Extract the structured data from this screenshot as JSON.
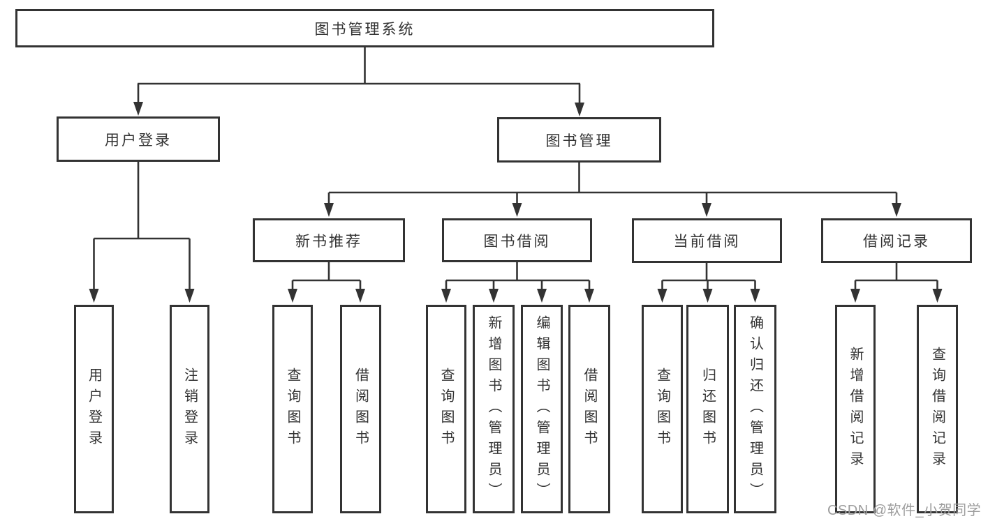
{
  "tree": {
    "root": "图书管理系统",
    "branches": [
      {
        "label": "用户登录",
        "children": [
          "用户登录",
          "注销登录"
        ]
      },
      {
        "label": "图书管理",
        "groups": [
          {
            "label": "新书推荐",
            "children": [
              "查询图书",
              "借阅图书"
            ]
          },
          {
            "label": "图书借阅",
            "children": [
              "查询图书",
              "新增图书（管理员）",
              "编辑图书（管理员）",
              "借阅图书"
            ]
          },
          {
            "label": "当前借阅",
            "children": [
              "查询图书",
              "归还图书",
              "确认归还（管理员）"
            ]
          },
          {
            "label": "借阅记录",
            "children": [
              "新增借阅记录",
              "查询借阅记录"
            ]
          }
        ]
      }
    ]
  },
  "watermark": "CSDN @软件_小贺同学",
  "colors": {
    "line": "#333333",
    "text": "#333333",
    "watermark": "#9d9d9d",
    "bg": "#ffffff"
  }
}
